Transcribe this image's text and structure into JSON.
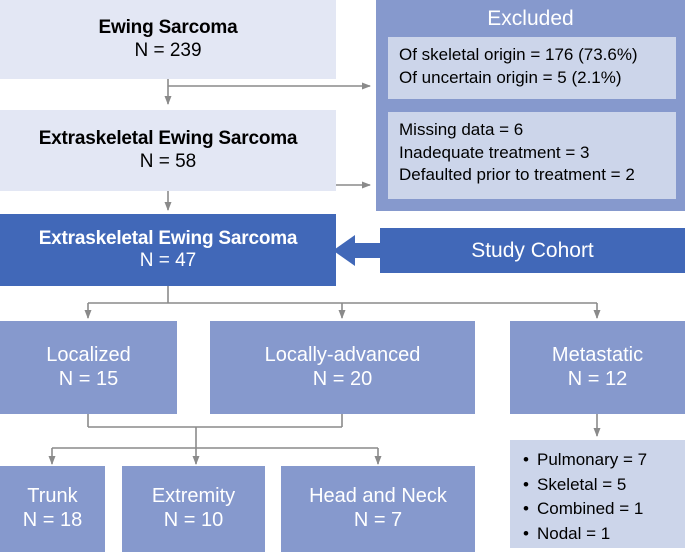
{
  "figure": {
    "type": "flowchart",
    "title": "Extraskeletal Ewing Sarcoma patient selection flow"
  },
  "colors": {
    "light_box": "#e3e7f4",
    "mid_box": "#8699cd",
    "dark_box": "#4168b8",
    "sub_box": "#ccd5ea",
    "connector": "#808080",
    "text_dark": "#000000",
    "text_light": "#ffffff"
  },
  "nodes": {
    "ewing_sarcoma": {
      "title": "Ewing Sarcoma",
      "count": "N = 239"
    },
    "extraskeletal_58": {
      "title": "Extraskeletal Ewing Sarcoma",
      "count": "N = 58"
    },
    "extraskeletal_47": {
      "title": "Extraskeletal Ewing Sarcoma",
      "count": "N = 47"
    },
    "study_cohort": {
      "label": "Study Cohort"
    },
    "localized": {
      "title": "Localized",
      "count": "N = 15"
    },
    "locally_advanced": {
      "title": "Locally-advanced",
      "count": "N = 20"
    },
    "metastatic": {
      "title": "Metastatic",
      "count": "N = 12"
    },
    "trunk": {
      "title": "Trunk",
      "count": "N = 18"
    },
    "extremity": {
      "title": "Extremity",
      "count": "N = 10"
    },
    "head_and_neck": {
      "title": "Head and Neck",
      "count": "N = 7"
    }
  },
  "excluded": {
    "title": "Excluded",
    "group1": [
      "Of skeletal origin = 176 (73.6%)",
      "Of uncertain origin = 5 (2.1%)"
    ],
    "group2": [
      "Missing data = 6",
      "Inadequate treatment = 3",
      "Defaulted prior to treatment = 2"
    ]
  },
  "metastatic_sites": [
    "Pulmonary = 7",
    "Skeletal = 5",
    "Combined = 1",
    "Nodal = 1"
  ]
}
